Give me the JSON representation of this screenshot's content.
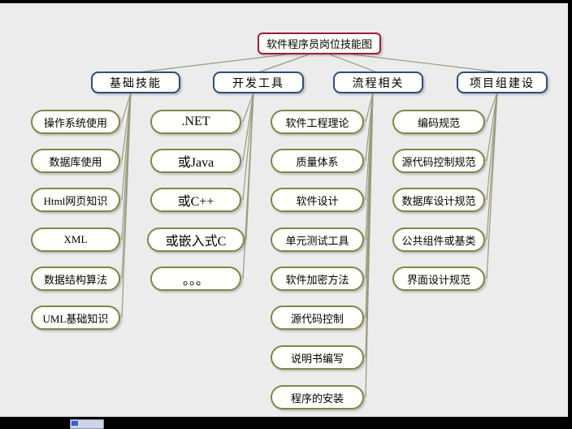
{
  "colors": {
    "background": "#ececec",
    "frame": "#000000",
    "root_border": "#a11c3a",
    "branch_border": "#2e4d75",
    "leaf_border": "#84844a",
    "line": "#99997d",
    "node_fill": "#fffffb"
  },
  "root": {
    "label": "软件程序员岗位技能图"
  },
  "branches": [
    {
      "label": "基础技能",
      "children": [
        "操作系统使用",
        "数据库使用",
        "Html网页知识",
        "XML",
        "数据结构算法",
        "UML基础知识"
      ]
    },
    {
      "label": "开发工具",
      "children": [
        ".NET",
        "或Java",
        "或C++",
        "或嵌入式C",
        "。。。"
      ]
    },
    {
      "label": "流程相关",
      "children": [
        "软件工程理论",
        "质量体系",
        "软件设计",
        "单元测试工具",
        "软件加密方法",
        "源代码控制",
        "说明书编写",
        "程序的安装"
      ]
    },
    {
      "label": "项目组建设",
      "children": [
        "编码规范",
        "源代码控制规范",
        "数据库设计规范",
        "公共组件或基类",
        "界面设计规范"
      ]
    }
  ]
}
